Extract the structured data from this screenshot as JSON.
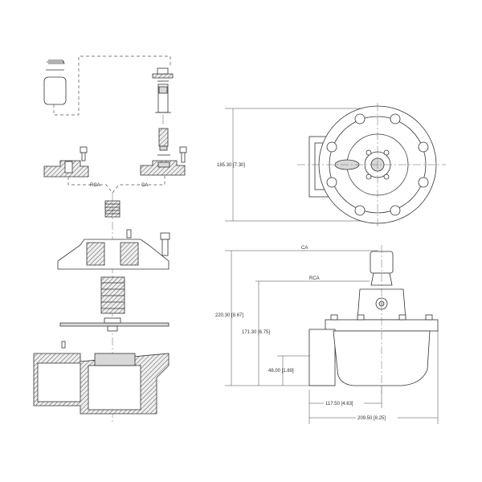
{
  "exploded_view": {
    "rca_label": "RCA",
    "ca_label": "CA"
  },
  "top_view": {
    "height_dim": "185.30 [7.30]"
  },
  "front_view": {
    "ca_label": "CA",
    "rca_label": "RCA",
    "overall_height_dim": "220.30 [8.67]",
    "rca_height_dim": "171.30 [6.75]",
    "port_height_dim": "48.00 [1.89]",
    "port_to_center_dim": "117.50 [4.63]",
    "overall_width_dim": "209.50 [8.25]"
  }
}
